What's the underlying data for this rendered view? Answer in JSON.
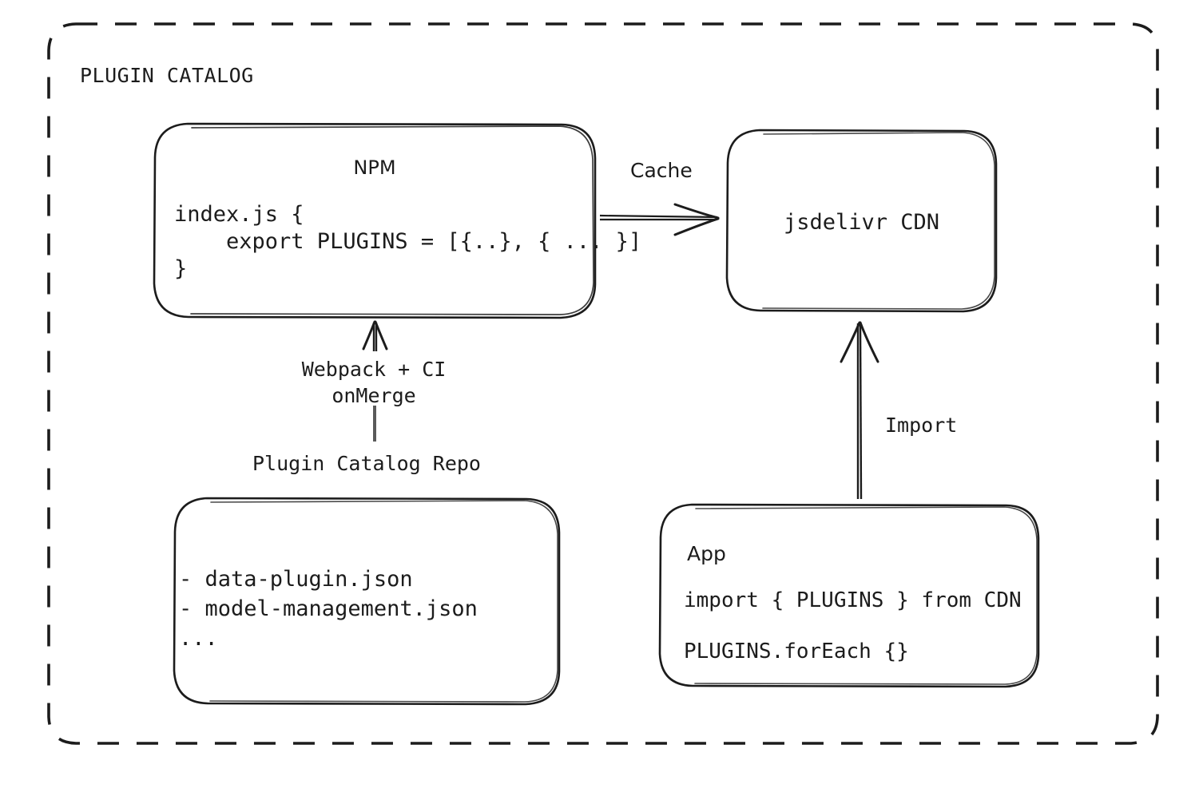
{
  "diagram": {
    "type": "architecture-flow",
    "group": {
      "label": "PLUGIN CATALOG",
      "border_style": "dashed",
      "border_color": "#1c1c1c"
    },
    "stroke_color": "#1c1c1c",
    "background": "#ffffff",
    "nodes": {
      "npm": {
        "title": "NPM",
        "code": "index.js {\n    export PLUGINS = [{..}, { ... }]\n}"
      },
      "cdn": {
        "title": "jsdelivr CDN"
      },
      "repo": {
        "caption": "Plugin Catalog Repo",
        "files": "- data-plugin.json\n- model-management.json\n..."
      },
      "app": {
        "title": "App",
        "line1": "import { PLUGINS } from CDN",
        "line2": "PLUGINS.forEach {}"
      }
    },
    "edges": {
      "npm_to_cdn": {
        "label": "Cache",
        "from": "npm",
        "to": "cdn",
        "direction": "right"
      },
      "repo_to_npm": {
        "label": "Webpack + CI\nonMerge",
        "from": "repo",
        "to": "npm",
        "direction": "up"
      },
      "app_to_cdn": {
        "label": "Import",
        "from": "app",
        "to": "cdn",
        "direction": "up"
      }
    }
  }
}
